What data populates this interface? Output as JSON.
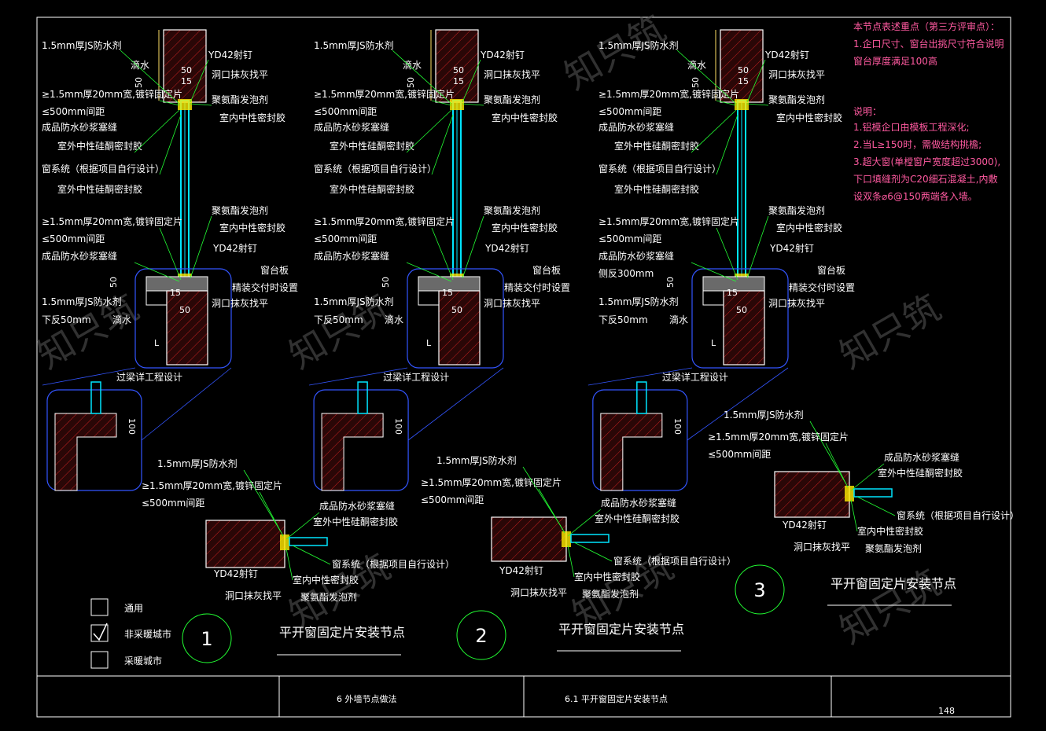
{
  "labels": {
    "js_waterproof": "1.5mm厚JS防水剂",
    "drip": "滴水",
    "yd42_nail": "YD42射钉",
    "hole_plaster": "洞口抹灰找平",
    "galv_plate": "≥1.5mm厚20mm宽,镀锌固定片",
    "spacing_500": "≤500mm间距",
    "pu_foam": "聚氨酯发泡剂",
    "mortar_fill": "成品防水砂浆塞缝",
    "indoor_sealant": "室内中性密封胶",
    "outdoor_silicone": "室外中性硅酮密封胶",
    "window_system": "窗系统（根据项目自行设计）",
    "window_board": "窗台板",
    "decor_set": "精装交付时设置",
    "down_50": "下反50mm",
    "side_300": "侧反300mm",
    "lintel": "过梁详工程设计"
  },
  "dims": {
    "d50": "50",
    "d15": "15",
    "d100": "100",
    "dL": "L"
  },
  "notes": {
    "review_title": "本节点表述重点（第三方评审点）：",
    "review_1": "1.企口尺寸、窗台出挑尺寸符合说明",
    "review_2": "窗台厚度满足100高",
    "desc_title": "说明：",
    "desc_1": "1.铝模企口由模板工程深化;",
    "desc_2": "2.当L≥150时，需做结构挑檐;",
    "desc_3": "3.超大窗(单樘窗户宽度超过3000),",
    "desc_4": "下口填缝剂为C20细石混凝土,内敷",
    "desc_5": "设双条⌀6@150两端各入墙。"
  },
  "legend": {
    "general": "通用",
    "non_heating": "非采暖城市",
    "heating": "采暖城市",
    "checked": "non_heating"
  },
  "details": [
    {
      "number": "1",
      "title": "平开窗固定片安装节点"
    },
    {
      "number": "2",
      "title": "平开窗固定片安装节点"
    },
    {
      "number": "3",
      "title": "平开窗固定片安装节点"
    }
  ],
  "title_block": {
    "section": "6  外墙节点做法",
    "subsection": "6.1  平开窗固定片安装节点",
    "page": "148"
  },
  "watermark": "知只筑",
  "colors": {
    "wall": "#ffffff",
    "glass": "#00e5ff",
    "blue": "#3355ff",
    "green": "#22ff33",
    "pink": "#ff5aa0",
    "yellow": "#ffee00",
    "hatch": "#ff3030"
  }
}
